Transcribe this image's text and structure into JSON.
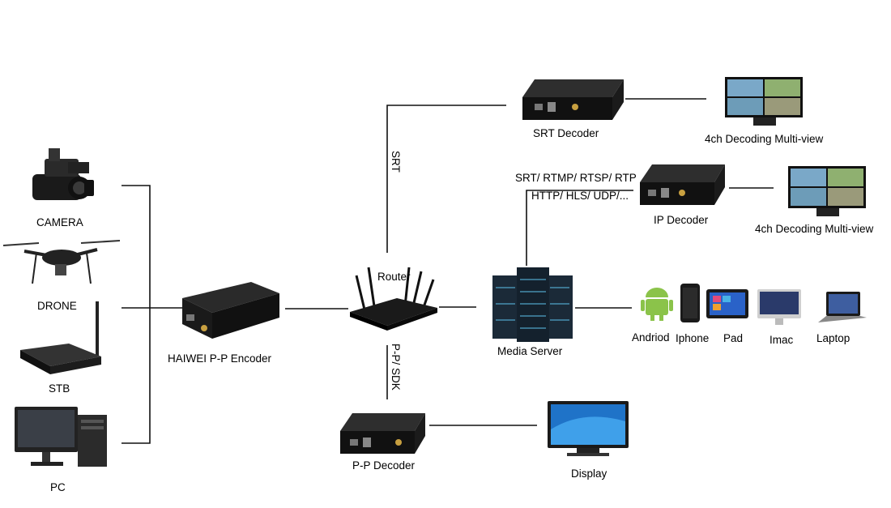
{
  "sources": {
    "camera": "CAMERA",
    "drone": "DRONE",
    "stb": "STB",
    "pc": "PC"
  },
  "encoder": "HAIWEI P-P Encoder",
  "router": "Router",
  "media_server": "Media Server",
  "srt_decoder": "SRT Decoder",
  "ip_decoder": "IP Decoder",
  "pp_decoder": "P-P Decoder",
  "display": "Display",
  "multiview_1": "4ch Decoding Multi-view",
  "multiview_2": "4ch Decoding Multi-view",
  "link_labels": {
    "srt": "SRT",
    "pp_sdk": "P-P/ SDK",
    "protocols_line1": "SRT/ RTMP/ RTSP/ RTP",
    "protocols_line2": "HTTP/ HLS/ UDP/..."
  },
  "clients": {
    "android": "Andriod",
    "iphone": "Iphone",
    "pad": "Pad",
    "imac": "Imac",
    "laptop": "Laptop"
  }
}
